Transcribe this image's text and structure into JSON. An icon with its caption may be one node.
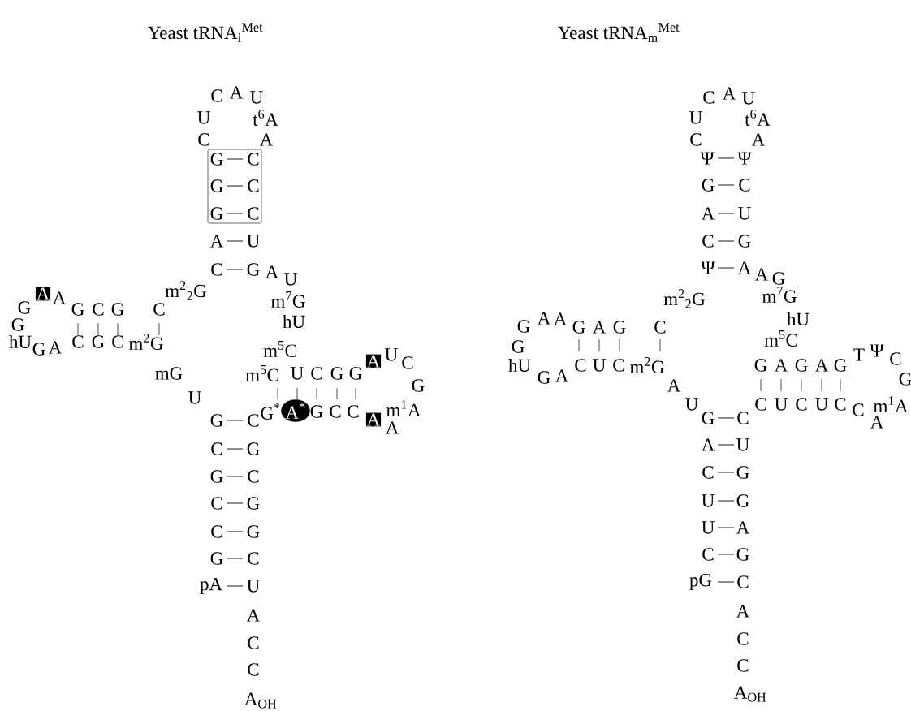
{
  "diagram": {
    "nodes": [
      {
        "text": [
          "G",
          "C",
          "G",
          "C",
          "G",
          "C"
        ]
      },
      {
        "text": [
          "A"
        ]
      },
      {
        "text": [
          "A"
        ]
      },
      {
        "text": [
          "A$^{*}$"
        ]
      },
      {
        "text": [
          "A"
        ]
      }
    ],
    "labels": [
      "Yeast tRNA$_{i}$$^{Met}$",
      "Yeast tRNA$_{m}$$^{Met}$",
      "C",
      "A",
      "U",
      "U",
      "t$^{6}$A",
      "C",
      "A",
      "A",
      "U",
      "C",
      "G",
      "A",
      "U",
      "m$^{2}$$_{2}$G",
      "A",
      "m$^{7}$G",
      "G",
      "G",
      "C",
      "G",
      "C",
      "G",
      "hU",
      "hU",
      "G",
      "A",
      "C",
      "G",
      "C",
      "m$^{2}$G",
      "m$^{5}$C",
      "mG",
      "m$^{5}$C",
      "U",
      "C",
      "G",
      "G",
      "U",
      "C",
      "G",
      "U",
      "G$^{*}$",
      "G",
      "C",
      "C",
      "m$^{1}$A",
      "A",
      "G",
      "C",
      "C",
      "G",
      "G",
      "C",
      "C",
      "G",
      "C",
      "G",
      "G",
      "C",
      "pA",
      "U",
      "A",
      "C",
      "C",
      "A$_{OH}$",
      "C",
      "A",
      "U",
      "U",
      "t$^{6}$A",
      "C",
      "A",
      "Ψ",
      "Ψ",
      "G",
      "C",
      "A",
      "U",
      "C",
      "G",
      "Ψ",
      "A",
      "A",
      "G",
      "m$^{2}$$_{2}$G",
      "m$^{7}$G",
      "G",
      "A",
      "A",
      "G",
      "A",
      "G",
      "C",
      "hU",
      "m$^{5}$C",
      "G",
      "T",
      "Ψ",
      "C",
      "hU",
      "C",
      "U",
      "C",
      "m$^{2}$G",
      "G",
      "A",
      "G",
      "A",
      "G",
      "G",
      "A",
      "G",
      "A",
      "U",
      "C",
      "U",
      "C",
      "U",
      "C",
      "C",
      "m$^{1}$A",
      "G",
      "C",
      "A",
      "A",
      "U",
      "C",
      "G",
      "U",
      "G",
      "U",
      "A",
      "C",
      "G",
      "pG",
      "C",
      "A",
      "C",
      "C",
      "A$_{OH}$"
    ]
  }
}
